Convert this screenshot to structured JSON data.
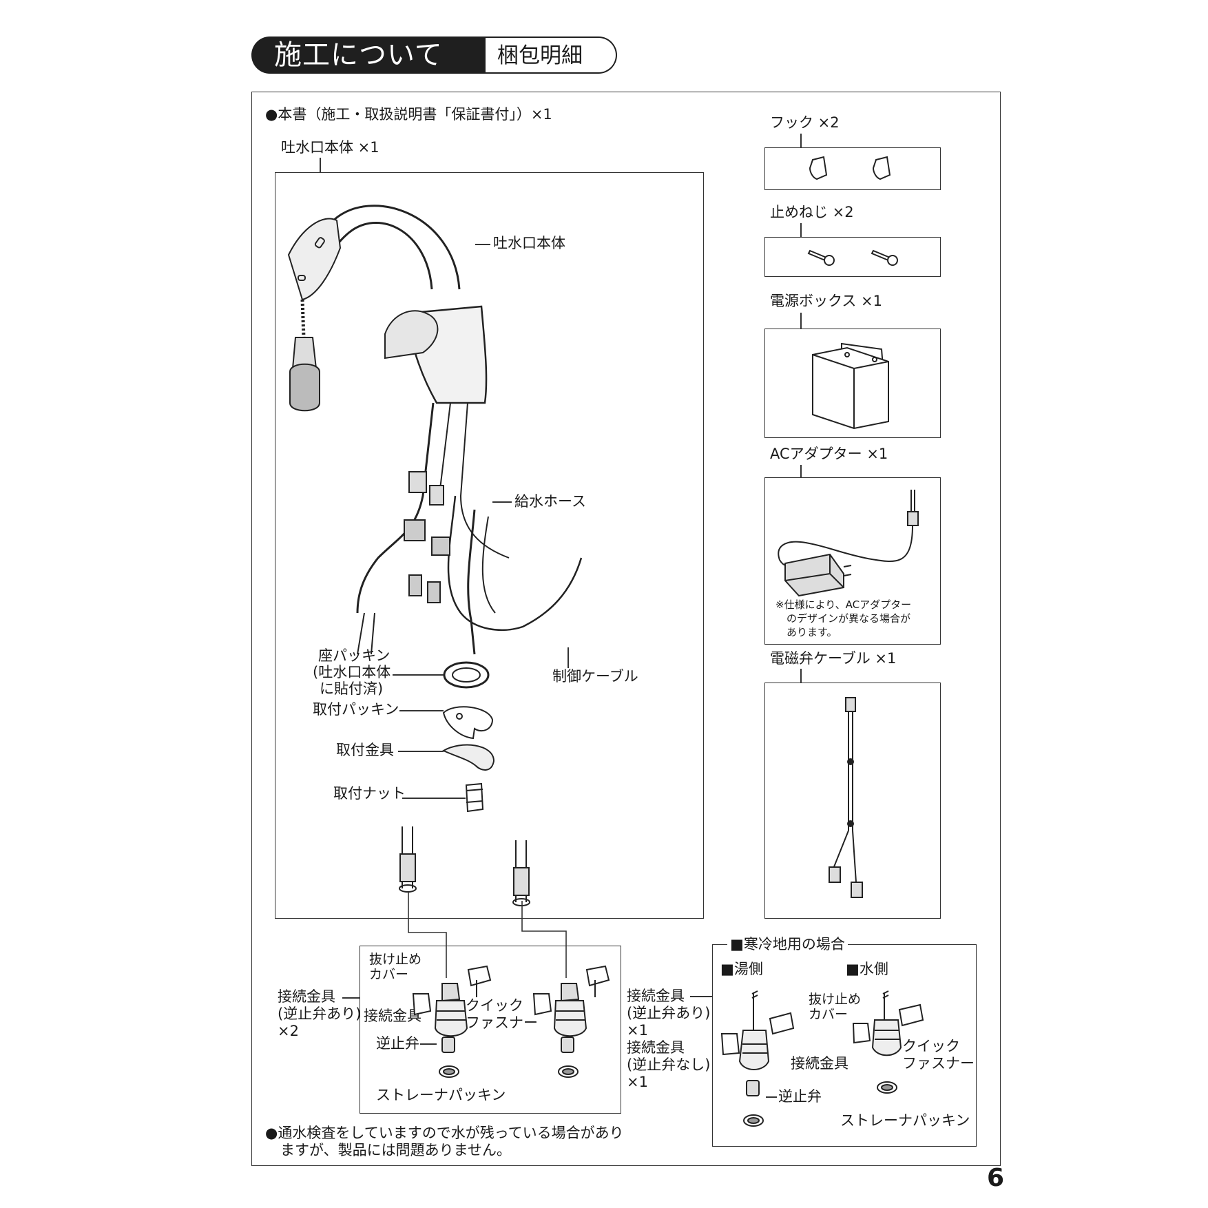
{
  "header": {
    "title": "施工について",
    "subtitle": "梱包明細"
  },
  "notes": {
    "manual": "●本書（施工・取扱説明書「保証書付」）×1",
    "water_line1": "●通水検査をしていますので水が残っている場合があり",
    "water_line2": "ますが、製品には問題ありません。"
  },
  "main_unit": {
    "label": "吐水口本体 ×1",
    "spout_label": "吐水口本体",
    "hose_label": "給水ホース",
    "cable_label": "制御ケーブル",
    "seat_packing": [
      "座パッキン",
      "(吐水口本体",
      "に貼付済)"
    ],
    "mount_packing": "取付パッキン",
    "mount_bracket": "取付金具",
    "mount_nut": "取付ナット"
  },
  "connector": {
    "label": [
      "接続金具",
      "(逆止弁あり)",
      "×2"
    ],
    "cover": [
      "抜け止め",
      "カバー"
    ],
    "fitting": "接続金具",
    "quick": [
      "クイック",
      "ファスナー"
    ],
    "check_valve": "逆止弁",
    "strainer": "ストレーナパッキン"
  },
  "cold_region": {
    "title": "■寒冷地用の場合",
    "hot_side": "■湯側",
    "cold_side": "■水側",
    "label_a": [
      "接続金具",
      "(逆止弁あり)",
      "×1"
    ],
    "label_b": [
      "接続金具",
      "(逆止弁なし)",
      "×1"
    ],
    "cover": [
      "抜け止め",
      "カバー"
    ],
    "quick": [
      "クイック",
      "ファスナー"
    ],
    "fitting": "接続金具",
    "check_valve": "逆止弁",
    "strainer": "ストレーナパッキン"
  },
  "parts": {
    "hook": "フック ×2",
    "screw": "止めねじ ×2",
    "power_box": "電源ボックス ×1",
    "ac_adapter": "ACアダプター ×1",
    "ac_note": [
      "※仕様により、ACアダプター",
      "のデザインが異なる場合が",
      "あります。"
    ],
    "solenoid_cable": "電磁弁ケーブル ×1"
  },
  "page_number": "6"
}
